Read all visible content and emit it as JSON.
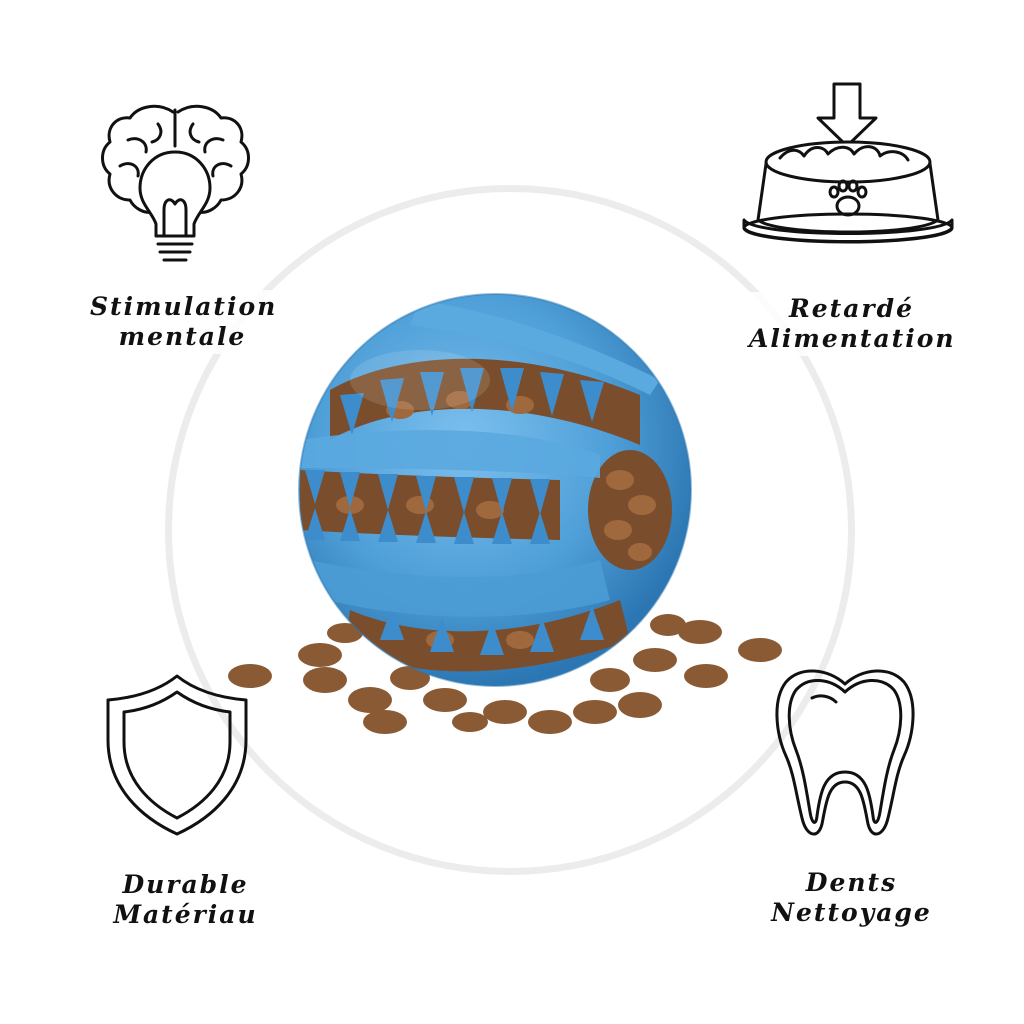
{
  "features": {
    "mental": {
      "line1": "Stimulation",
      "line2": "mentale",
      "icon": "brain-lightbulb-icon"
    },
    "feeding": {
      "line1": "Retardé",
      "line2": "Alimentation",
      "icon": "pet-food-bowl-icon"
    },
    "durable": {
      "line1": "Durable",
      "line2": "Matériau",
      "icon": "shield-icon"
    },
    "teeth": {
      "line1": "Dents",
      "line2": "Nettoyage",
      "icon": "tooth-icon"
    }
  },
  "colors": {
    "ball": "#4f9fd8",
    "ball_dark": "#2f7fbf",
    "kibble": "#8a5a34",
    "ring": "#ececec",
    "text": "#111111"
  }
}
